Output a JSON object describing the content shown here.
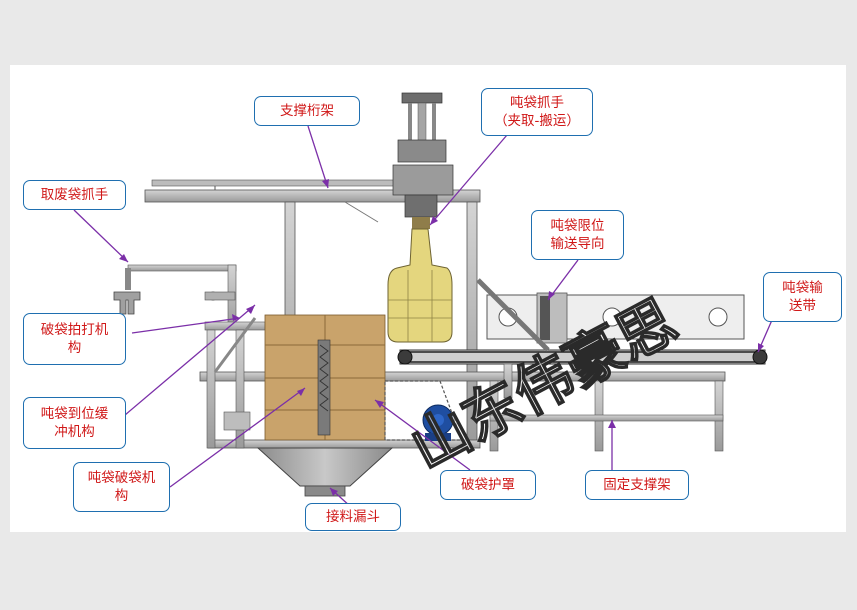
{
  "callouts": {
    "support_truss": "支撑桁架",
    "bag_gripper": "吨袋抓手\n（夹取-搬运）",
    "waste_bag_gripper": "取废袋抓手",
    "bag_limit_guide": "吨袋限位\n输送导向",
    "bag_conveyor": "吨袋输\n送带",
    "bag_beating_mech": "破袋拍打机\n构",
    "bag_buffer_mech": "吨袋到位缓\n冲机构",
    "bag_breaking_mech": "吨袋破袋机\n构",
    "breaking_cover": "破袋护罩",
    "fixed_support": "固定支撑架",
    "receiving_hopper": "接料漏斗"
  },
  "watermark": "山东伟豪思",
  "colors": {
    "callout_text": "#d01818",
    "callout_border": "#1f6fb0",
    "leader_line": "#7b2fa8",
    "frame_gray": "#a8a8a8",
    "box_brown": "#c9a36b",
    "bag_yellow": "#e8dc8a"
  }
}
